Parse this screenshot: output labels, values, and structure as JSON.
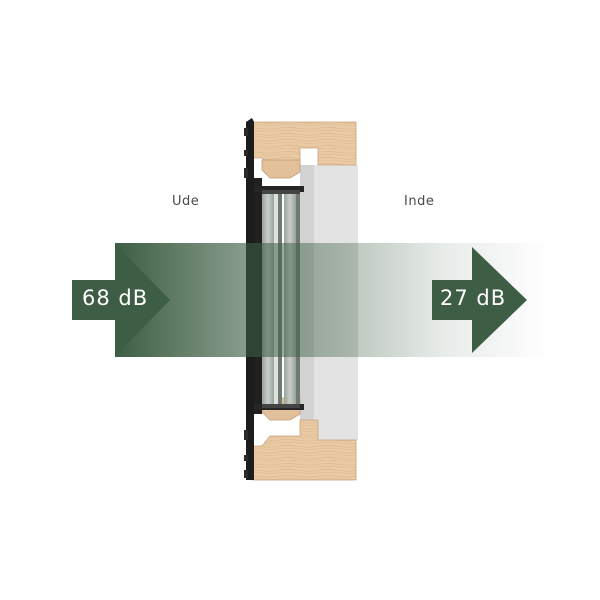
{
  "labels": {
    "outside": "Ude",
    "inside": "Inde",
    "outside_level": "68 dB",
    "inside_level": "27 dB"
  },
  "colors": {
    "arrow_green": "#3d5e44",
    "wood": "#e8c9a4",
    "frame_dark": "#1c1c1c",
    "reveal_grey": "#e2e2e2"
  }
}
